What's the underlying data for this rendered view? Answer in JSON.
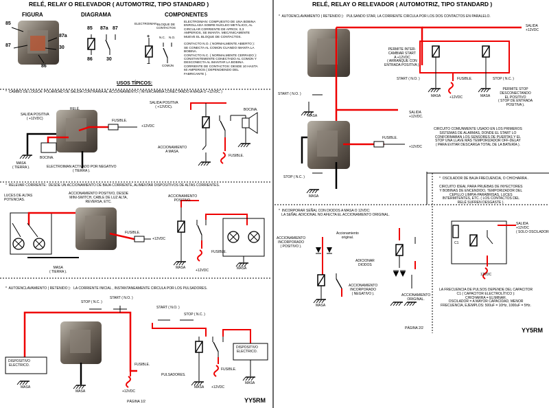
{
  "left_page": {
    "title": "RELÉ, RELAY O RELEVADOR ( AUTOMOTRIZ, TIPO STANDARD )",
    "figura_label": "FIGURA",
    "diagrama_label": "DIAGRAMA",
    "componentes_label": "COMPONENTES",
    "pins_fig": [
      "85",
      "86",
      "87",
      "87a",
      "30"
    ],
    "pins_diag": [
      "85",
      "87a",
      "87",
      "86",
      "30"
    ],
    "electroiman": "ELECTROIMAN",
    "bloque_contactos": "BLOQUE DE\nCONTACTOS",
    "no": "N.O.",
    "nc": "N.C.",
    "comun": "COMÚN",
    "plus": "+",
    "minus": "−",
    "componentes_text": "ELECTROIMAN: COMPUESTO DE UNA BOBINA\nENROLLADA SOBRE NÚCLEO METÁLICO, AL\nCIRCULAR CORRIENTE DE APROX. 0,3\nAMPERIOS, SE IMANTA. MECÁNICAMENTE\nMUEVE EL BLOQUE DE CONTACTOS.\n\nCONTACTO N.O. ( NORMALMENTE ABIERTO ):\nSE CONECTA AL COMÚN CUANDO IMANTA LA\nBOBINA.\nCONTACTO N.C. ( NORMALMENTE CERRADO ):\nCONSTANTEMENTE CONECTADO AL COMÚN Y\nDESCONECTA AL IMANTAR LA BOBINA.\nCORRIENTE DE CONTACTOS: DESDE 10 HASTA\n60 AMPERIOS ( DEPENDIENDO DEL\nFABRICANTE ).",
    "usos_tipicos": "USOS TÍPICOS:",
    "section1": "*  CAMBIO DE LÓGICA: POLARIDAD DE SALIDA CONTRARIA AL ACCIONAMIENTO ( INTERCAMBIA CONECTANDO A MASA O +12VDC )",
    "salida_positiva_a": "SALIDA POSITIVA\n( +12VDC)",
    "rele": "RELÉ.",
    "fusible": "FUSIBLE.",
    "plus12": "+12VDC",
    "bocina": "BOCINA.",
    "masa_tierra": "MASA\n( TIERRA ).",
    "electroiman_activado": "ELECTROIMAN ACTIVADO POR NEGATIVO\n( TIERRA ).",
    "salida_positiva_b": "SALIDA POSITIVA\n( +12VDC).",
    "bocina2": "BOCINA.",
    "accionamiento_a_masa": "ACCIONAMIENTO\nA MASA.",
    "fusible2": "FUSIBLE.",
    "section2": "*  RELEVAR CORRIENTE:  DESDE UN ACCIONAMIENTO DE BAJA CORRIENTE, ALIMENTAR DISPOSITIVOS DE ALTAS CORRIENTES.",
    "luces_altas": "LUCES DE ALTAS\nPOTENCIAS.",
    "accionamiento_positivo_desde": "ACCIONAMIENTO POSITIVO, DESDE\nMINI-SWITCH, CABLE DE LUZ ALTA,\nREVERSA, ETC.",
    "fusible3": "FUSIBLE.",
    "plus12_b": "+12VDC",
    "masa_tierra2": "MASA\n( TIERRA ).",
    "accionamiento_positivo": "ACCIONAMIENTO\nPOSITIVO.",
    "masa": "MASA",
    "fusible4": "FUSIBLE.",
    "plus12_c": "+12VDC",
    "section3": "*  AUTOENCLAVAMIENTO ( RETENIDO ):   LA CORRIENTE INICIAL , INSTANTANEAMENTE CIRCULA POR LOS PULSADORES.",
    "stop_nc": "STOP ( N.C. )",
    "start_no": "START ( N.O. )",
    "start_no2": "START ( N.O. )",
    "stop_nc2": "STOP ( N.C. )",
    "dispositivo_electrico": "DISPOSITIVO\nELECTRICO.",
    "fusible5": "FUSIBLE.",
    "pulsadores": "PULSADORES.",
    "fusible6": "FUSIBLE.",
    "plus12_d": "+12VDC",
    "plus12_e": "+12VDC",
    "dispositivo_electrico2": "DISPOSITIVO\nELECTRICO.",
    "pagina": "PÁGINA 1/2",
    "signature": "YY5RM"
  },
  "right_page": {
    "title": "RELÉ, RELAY O RELEVADOR ( AUTOMOTRIZ, TIPO STANDARD )",
    "section1": "*  AUTOENCLAVAMIENTO ( RETENIDO ):   PULSANDO STAR, LA CORRIENTE CIRCULA POR LOS DOS CONTACTOS EN PARALELO.",
    "salida_12": "SALIDA\n+12VDC",
    "permite_intercambiar": "PERMITE INTER-\nCAMBIAR START\nA +12VDC\n( ARRANQUE CON\nENTRADA POSITIVA ).",
    "start_no": "START ( N.O. )",
    "masa": "MASA",
    "fusible": "FUSIBLE.",
    "plus12": "+12VDC",
    "stop_nc": "STOP ( N.C. )",
    "permite_stop": "PERMITE STOP\nDESCONECTANDO\nEL POSITIVO\n( STOP DE ENTRADA\nPOSITIVA ).",
    "start_no2": "START ( N.O. )",
    "salida_12b": "SALIDA\n+12VDC.",
    "fusible2": "FUSIBLE.",
    "plus12_b": "+12VDC",
    "stop_nc2": "STOP ( N.C. )",
    "circuito_text": "CIRCUITO COMUNMENTE USADO EN LOS PRIMEROS\nSISTEMAS DE ALARMAS, DONDE EL START LO\nCONFORMABAN LOS SENSORES DE PUERTAS Y EL\nSTOP UNA LLAVE MÁS TEMPORIZADOR OFF-DELAY\n( PARA EVITAR DESCARGA TOTAL DE LA BATERÍA ).",
    "oscilador_title": "*  OSCILADOR DE BAJA FRECUENCIA, O CHICHARRA .",
    "oscilador_text": "CIRCUITO IDEAL PARA PRUEBAS DE INYECTORES\nY BOBINAS DE ENCENDIDO, TEMPORIZADOR DEL\nCEPILLO LIMPIA-PARABRISAS, LUCES\nINTERMITENTES, ETC. ( LOS CONTACTOS DEL\nRELÉ SUFREN DESGASTE ).",
    "salida_osc": "SALIDA\n+12VDC\n( SOLO OSCILADOR ).",
    "c1": "C1",
    "plus12_osc": "12VDC",
    "frecuencia_text": "LA FRECUENCIA DE PULSOS DEPENDE DEL CAPACITOR\nC1 ( CAPACITOR ELECTROLÍTICO ):\nCHICHARRA = ELIMINAR.\nOSCILADOR = A MAYOR CAPACIDAD, MENOR\nFRECUENCIA, EJEMPLOS: 500uF = 10Hz, 1000uF = 5Hz.",
    "diodos_title": "*  INCORPORAR SEÑAL CON DIODOS A MASA O 12VDC:\n   LA SEÑAL ADICIONAL NO AFECTA EL ACCIONAMIENTO ORIGINAL.",
    "acc_incorporado_pos": "ACCIONAMIENTO\nINCORPORADO\n( POSITIVO ).",
    "acc_original": "Accionamiento\noriginal.",
    "adicionar_diodos": "ADICIONAR\nDIODOS",
    "acc_incorporado_neg": "ACCIONAMIENTO\nINCORPORADO\n( NEGATIVO ).",
    "acc_original2": "ACCIONAMIENTO\nORIGINAL.",
    "pagina": "PÁGINA 2/2",
    "signature": "YY5RM"
  }
}
